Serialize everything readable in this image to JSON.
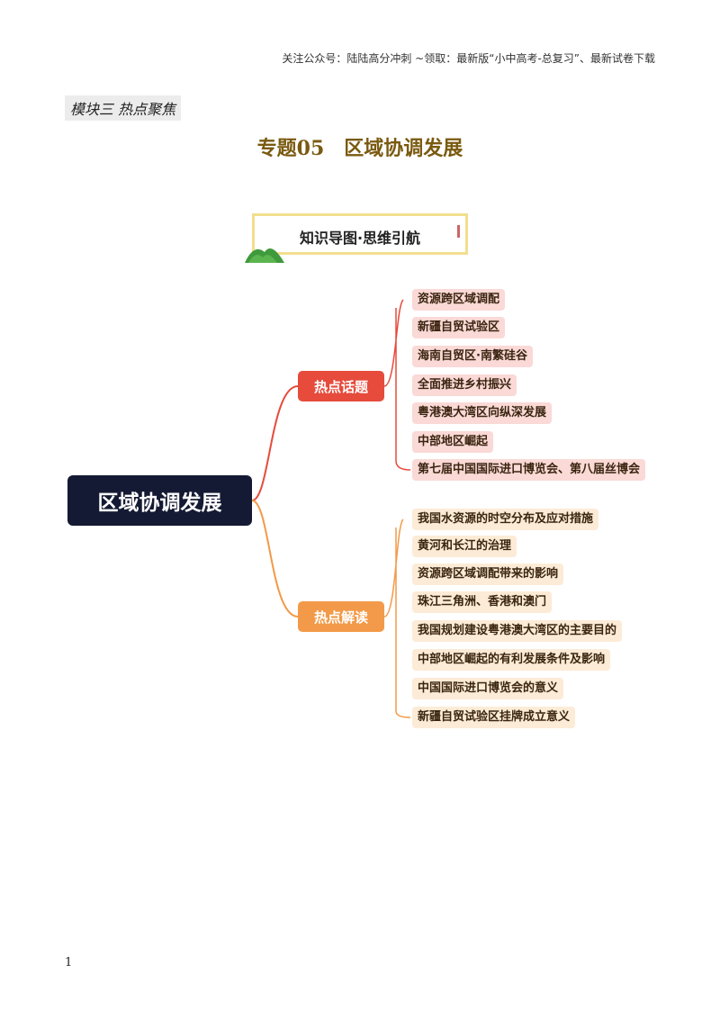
{
  "header": {
    "note": "关注公众号：陆陆高分冲刺 ~领取：最新版“小中高考-总复习”、最新试卷下载"
  },
  "module_label": "模块三 热点聚焦",
  "title": {
    "number": "专题05",
    "text": "区域协调发展"
  },
  "banner": {
    "text": "知识导图·思维引航"
  },
  "mindmap": {
    "root": "区域协调发展",
    "branches": [
      {
        "label": "热点话题",
        "color": "#e64b3c",
        "items": [
          "资源跨区域调配",
          "新疆自贸试验区",
          "海南自贸区·南繁硅谷",
          "全面推进乡村振兴",
          "粤港澳大湾区向纵深发展",
          "中部地区崛起",
          "第七届中国国际进口博览会、第八届丝博会"
        ]
      },
      {
        "label": "热点解读",
        "color": "#f29a49",
        "items": [
          "我国水资源的时空分布及应对措施",
          "黄河和长江的治理",
          "资源跨区域调配带来的影响",
          "珠江三角洲、香港和澳门",
          "我国规划建设粤港澳大湾区的主要目的",
          "中部地区崛起的有利发展条件及影响",
          "中国国际进口博览会的意义",
          "新疆自贸试验区挂牌成立意义"
        ]
      }
    ]
  },
  "page_number": "1"
}
